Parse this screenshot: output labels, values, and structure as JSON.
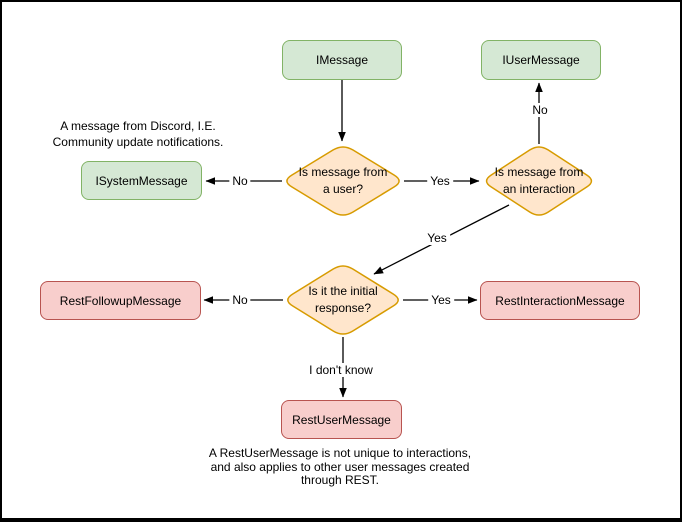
{
  "colors": {
    "background": "#ffffff",
    "frame_border": "#000000",
    "green_fill": "#d5e8d4",
    "green_stroke": "#82b366",
    "orange_fill": "#ffe6cc",
    "orange_stroke": "#d79b00",
    "red_fill": "#f8cecc",
    "red_stroke": "#b85450",
    "arrow": "#000000",
    "text": "#000000"
  },
  "nodes": {
    "imessage": {
      "label": "IMessage"
    },
    "iusermessage": {
      "label": "IUserMessage"
    },
    "isystemmessage": {
      "label": "ISystemMessage"
    },
    "restfollowupmessage": {
      "label": "RestFollowupMessage"
    },
    "restinteractionmessage": {
      "label": "RestInteractionMessage"
    },
    "restusermessage": {
      "label": "RestUserMessage"
    }
  },
  "decisions": {
    "from_user": {
      "label": "Is message from\na user?"
    },
    "from_interaction": {
      "label": "Is message from\nan interaction"
    },
    "initial_response": {
      "label": "Is it the initial\nresponse?"
    }
  },
  "edge_labels": {
    "user_no": "No",
    "user_yes": "Yes",
    "interaction_no": "No",
    "interaction_yes": "Yes",
    "initial_no": "No",
    "initial_yes": "Yes",
    "initial_unknown": "I don't know"
  },
  "annotations": {
    "system_note": "A message from Discord, I.E.\nCommunity update notifications.",
    "rest_note": "A RestUserMessage is not unique to interactions,\nand also applies to other user messages created\nthrough REST."
  }
}
